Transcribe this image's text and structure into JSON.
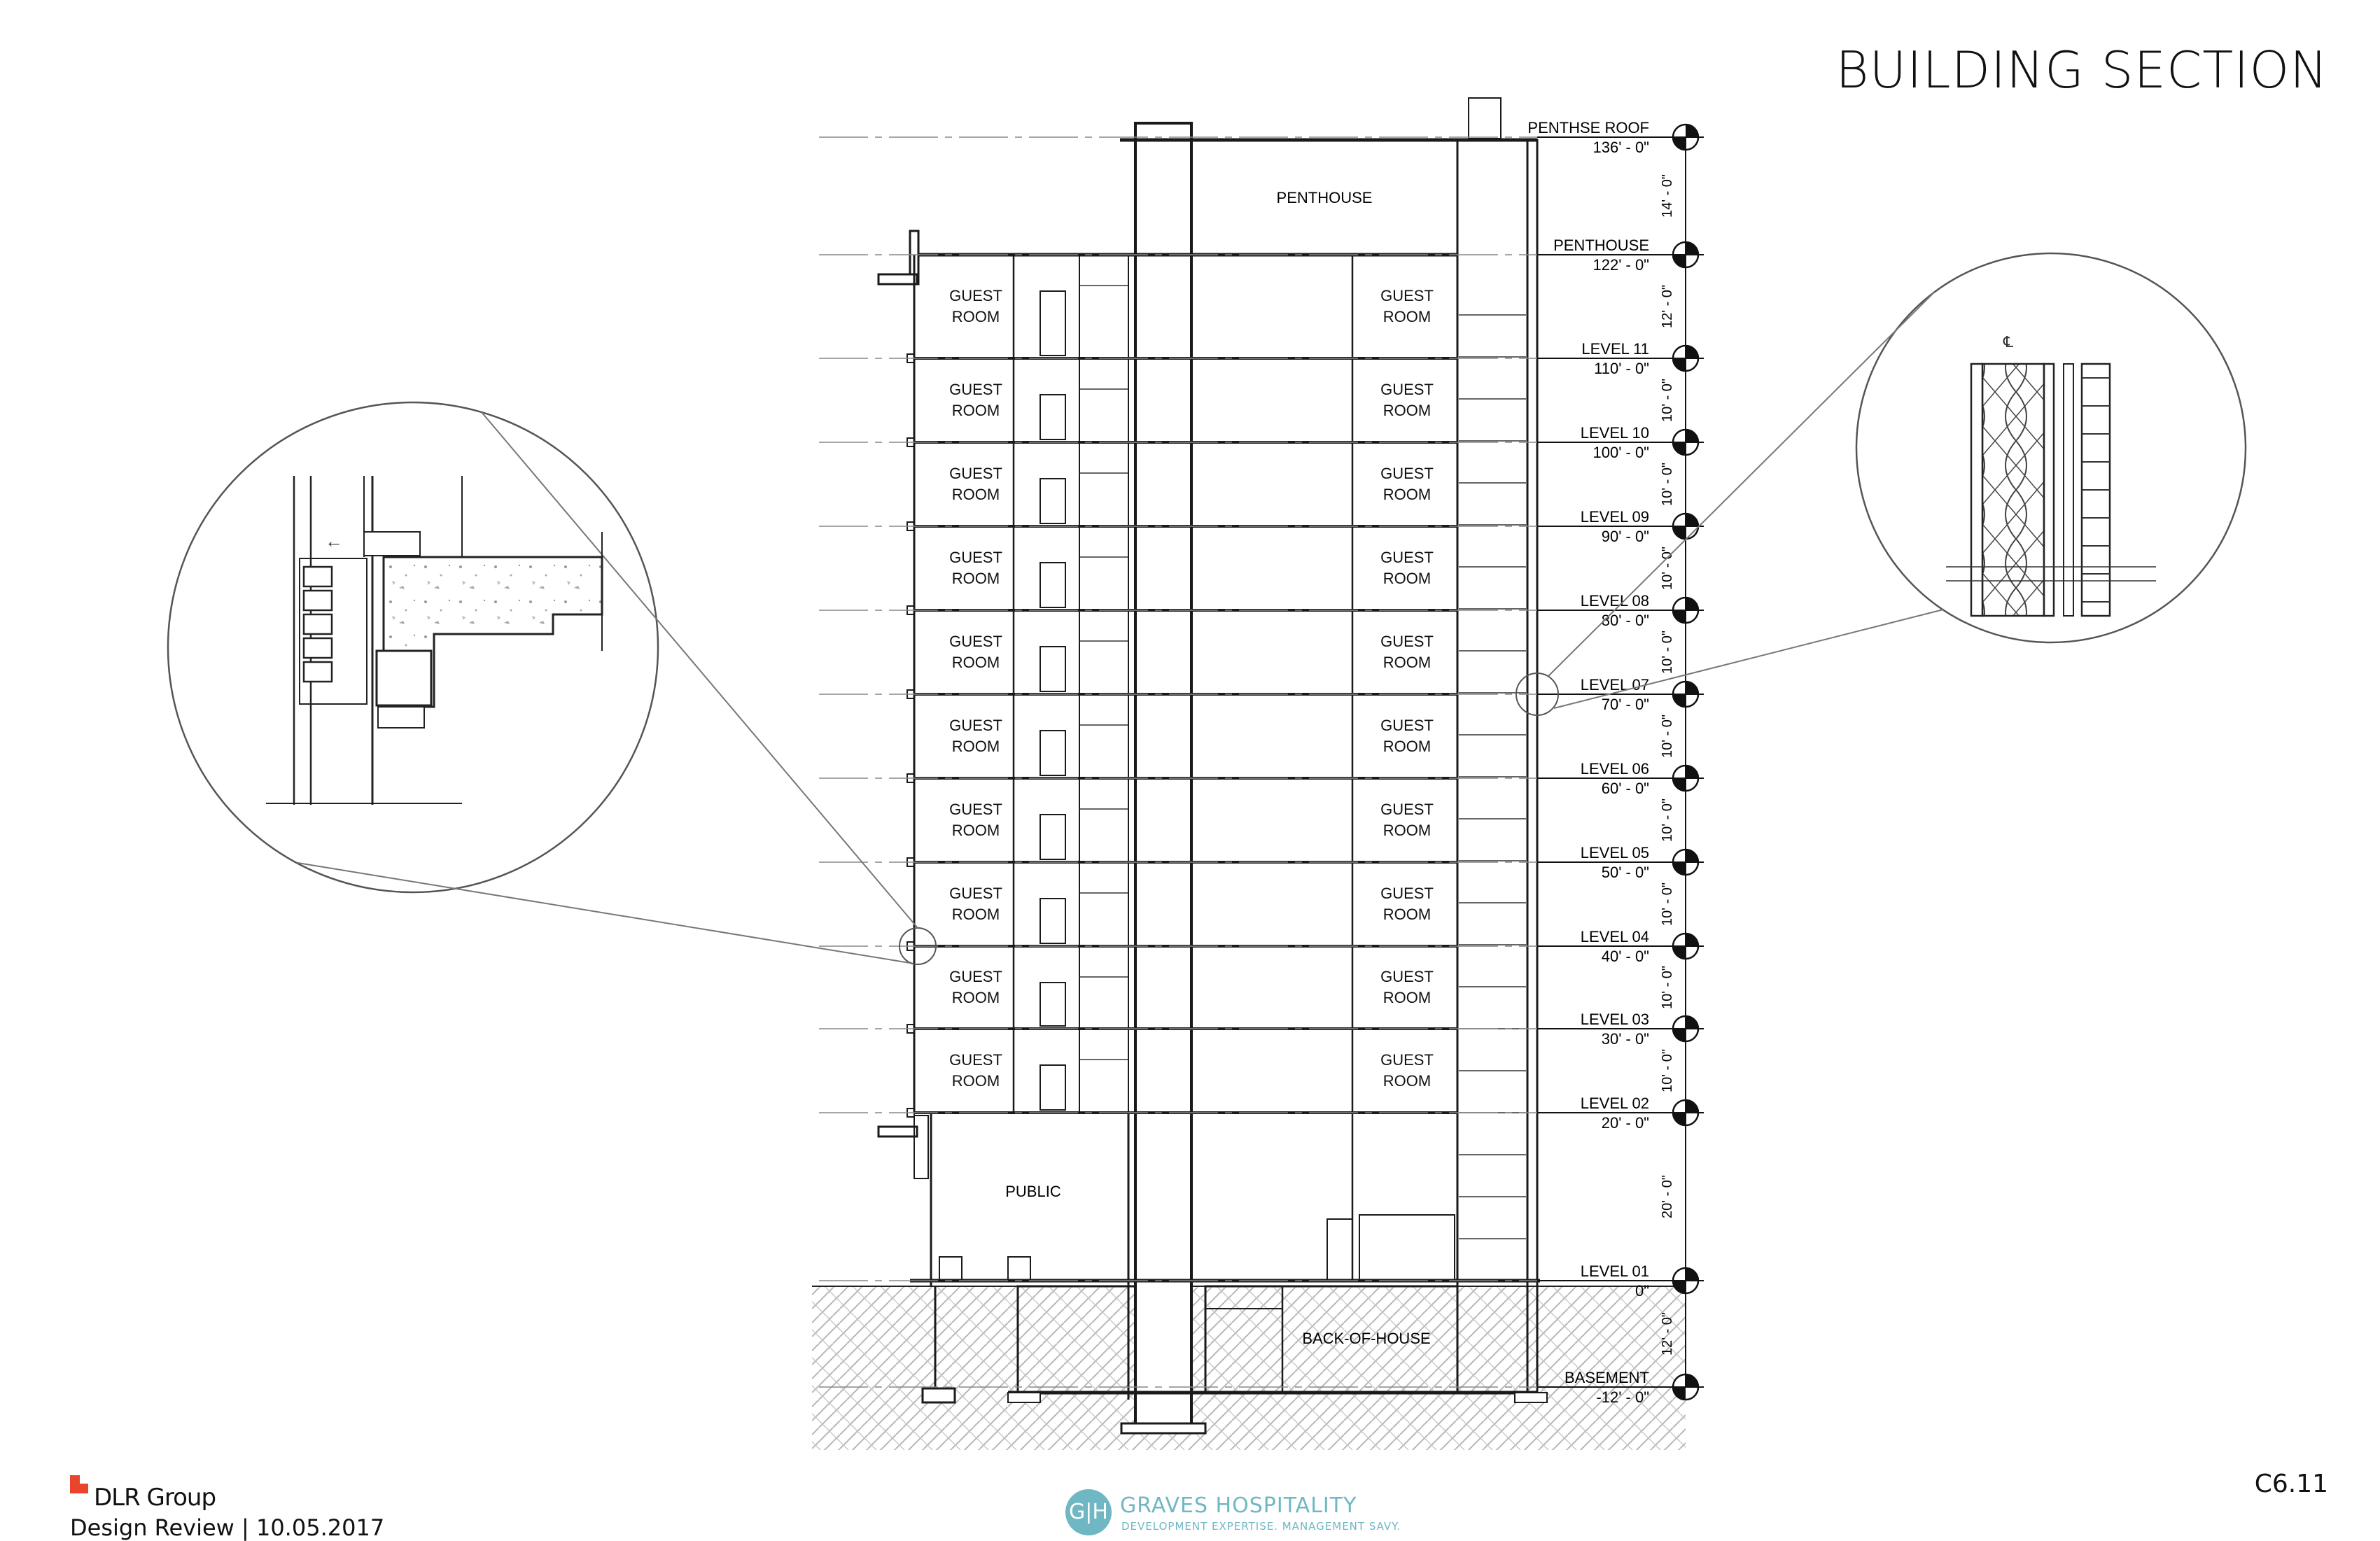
{
  "sheet": {
    "title": "BUILDING SECTION",
    "number": "C6.11"
  },
  "footer": {
    "firm": "DLR Group",
    "review": "Design Review | 10.05.2017",
    "client_initials": "G|H",
    "client_name": "GRAVES HOSPITALITY",
    "client_tagline": "DEVELOPMENT EXPERTISE. MANAGEMENT SAVY."
  },
  "levels": [
    {
      "name": "PENTHSE ROOF",
      "elev": "136' - 0\"",
      "ft": 136
    },
    {
      "name": "PENTHOUSE",
      "elev": "122' - 0\"",
      "ft": 122
    },
    {
      "name": "LEVEL 11",
      "elev": "110' - 0\"",
      "ft": 110
    },
    {
      "name": "LEVEL 10",
      "elev": "100' - 0\"",
      "ft": 100
    },
    {
      "name": "LEVEL 09",
      "elev": "90' - 0\"",
      "ft": 90
    },
    {
      "name": "LEVEL 08",
      "elev": "80' - 0\"",
      "ft": 80
    },
    {
      "name": "LEVEL 07",
      "elev": "70' - 0\"",
      "ft": 70
    },
    {
      "name": "LEVEL 06",
      "elev": "60' - 0\"",
      "ft": 60
    },
    {
      "name": "LEVEL 05",
      "elev": "50' - 0\"",
      "ft": 50
    },
    {
      "name": "LEVEL 04",
      "elev": "40' - 0\"",
      "ft": 40
    },
    {
      "name": "LEVEL 03",
      "elev": "30' - 0\"",
      "ft": 30
    },
    {
      "name": "LEVEL 02",
      "elev": "20' - 0\"",
      "ft": 20
    },
    {
      "name": "LEVEL 01",
      "elev": "0\"",
      "ft": 0
    },
    {
      "name": "BASEMENT",
      "elev": "-12' - 0\"",
      "ft": -12
    }
  ],
  "spacing_dims": [
    "14' - 0\"",
    "12' - 0\"",
    "10' - 0\"",
    "10' - 0\"",
    "10' - 0\"",
    "10' - 0\"",
    "10' - 0\"",
    "10' - 0\"",
    "10' - 0\"",
    "10' - 0\"",
    "10' - 0\"",
    "20' - 0\"",
    "12' - 0\""
  ],
  "rooms": {
    "guest_line1": "GUEST",
    "guest_line2": "ROOM",
    "penthouse": "PENTHOUSE",
    "public": "PUBLIC",
    "back_of_house": "BACK-OF-HOUSE"
  },
  "detail_right_mark": "℄",
  "detail_left_arrow": "←"
}
